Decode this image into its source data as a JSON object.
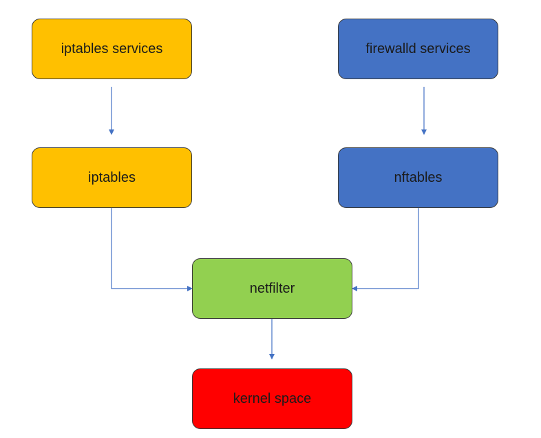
{
  "colors": {
    "yellow": "#ffc000",
    "blue": "#4472c4",
    "green": "#92d050",
    "red": "#ff0000",
    "edge": "#4472c4"
  },
  "nodes": {
    "iptables_services": {
      "label": "iptables services"
    },
    "firewalld_services": {
      "label": "firewalld services"
    },
    "iptables": {
      "label": "iptables"
    },
    "nftables": {
      "label": "nftables"
    },
    "netfilter": {
      "label": "netfilter"
    },
    "kernel_space": {
      "label": "kernel space"
    }
  }
}
